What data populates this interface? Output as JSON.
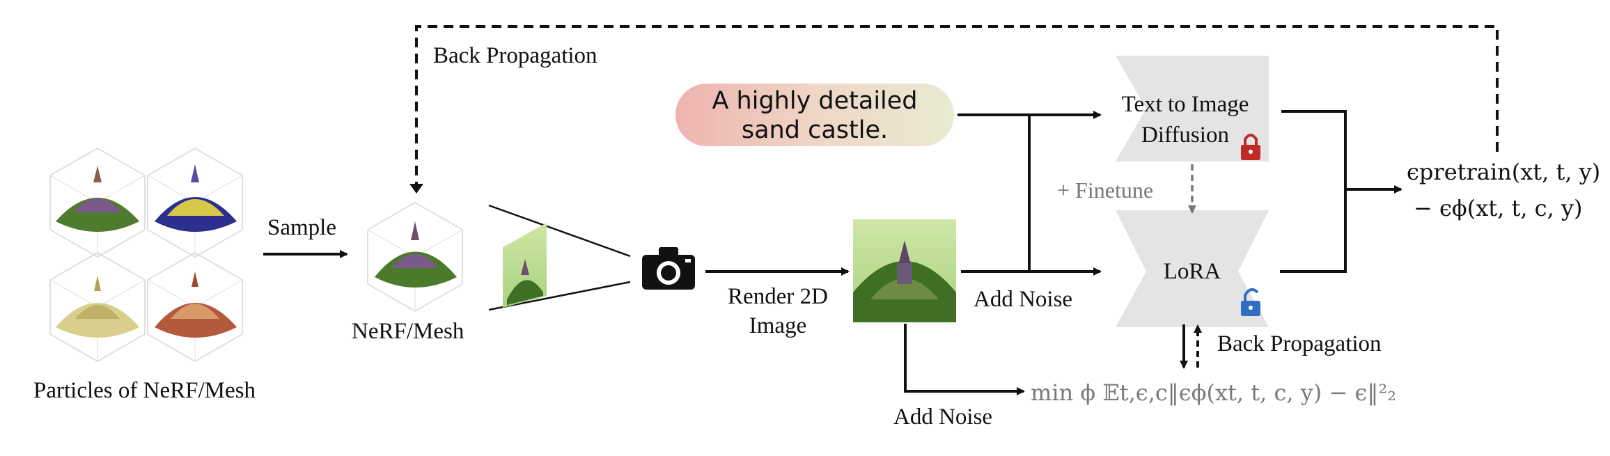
{
  "labels": {
    "back_propagation_top": "Back Propagation",
    "sample": "Sample",
    "nerf_mesh": "NeRF/Mesh",
    "particles": "Particles of NeRF/Mesh",
    "render_line1": "Render 2D",
    "render_line2": "Image",
    "add_noise_right": "Add Noise",
    "add_noise_bottom": "Add Noise",
    "finetune": "+ Finetune",
    "diffusion_line1": "Text to Image",
    "diffusion_line2": "Diffusion",
    "lora": "LoRA",
    "back_propagation_right": "Back Propagation"
  },
  "prompt": {
    "line1": "A highly detailed",
    "line2": "sand castle."
  },
  "equations": {
    "eps_pretrain": "ϵpretrain(xt, t, y)",
    "eps_phi": "− ϵϕ(xt, t, c, y)",
    "loss": "min ϕ 𝔼t,ϵ,c‖ϵϕ(xt, t, c, y) − ϵ‖²₂"
  },
  "icons": {
    "camera": "camera-icon",
    "locked": "padlock-closed-icon",
    "unlocked": "padlock-open-icon"
  },
  "colors": {
    "lock_red": "#c0282a",
    "lock_blue": "#2e6fc4",
    "block_gray": "#e4e4e4",
    "arrow": "#111111"
  }
}
